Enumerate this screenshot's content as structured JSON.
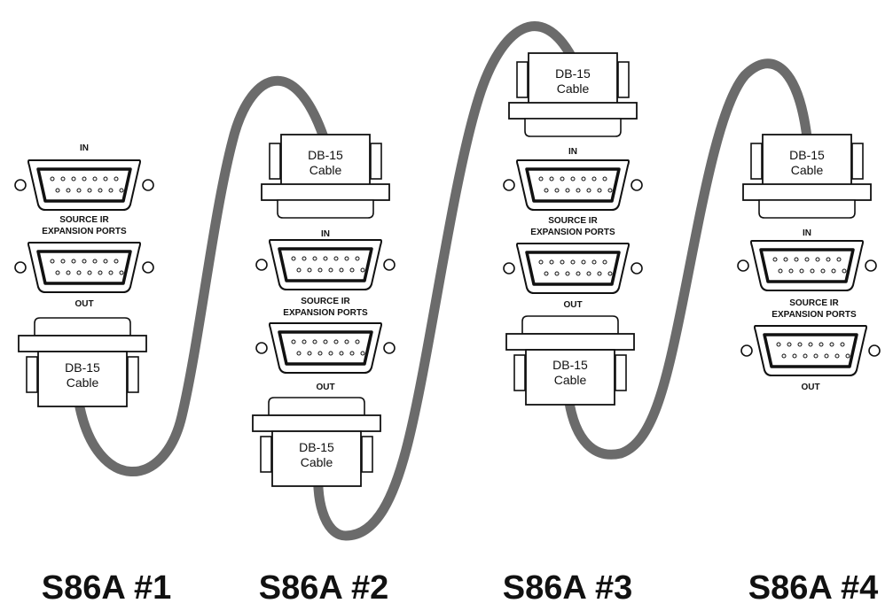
{
  "units": [
    {
      "name": "S86A #1",
      "in_label": "IN",
      "section_label_1": "SOURCE IR",
      "section_label_2": "EXPANSION PORTS",
      "out_label": "OUT",
      "cable_line_1": "DB-15",
      "cable_line_2": "Cable"
    },
    {
      "name": "S86A #2",
      "in_label": "IN",
      "section_label_1": "SOURCE IR",
      "section_label_2": "EXPANSION PORTS",
      "out_label": "OUT",
      "cable_top_line_1": "DB-15",
      "cable_top_line_2": "Cable",
      "cable_bottom_line_1": "DB-15",
      "cable_bottom_line_2": "Cable"
    },
    {
      "name": "S86A #3",
      "in_label": "IN",
      "section_label_1": "SOURCE IR",
      "section_label_2": "EXPANSION PORTS",
      "out_label": "OUT",
      "cable_top_line_1": "DB-15",
      "cable_top_line_2": "Cable",
      "cable_bottom_line_1": "DB-15",
      "cable_bottom_line_2": "Cable"
    },
    {
      "name": "S86A #4",
      "in_label": "IN",
      "section_label_1": "SOURCE IR",
      "section_label_2": "EXPANSION PORTS",
      "out_label": "OUT",
      "cable_top_line_1": "DB-15",
      "cable_top_line_2": "Cable"
    }
  ],
  "colors": {
    "cable": "#6b6b6b",
    "outline": "#111111",
    "background": "#ffffff"
  }
}
